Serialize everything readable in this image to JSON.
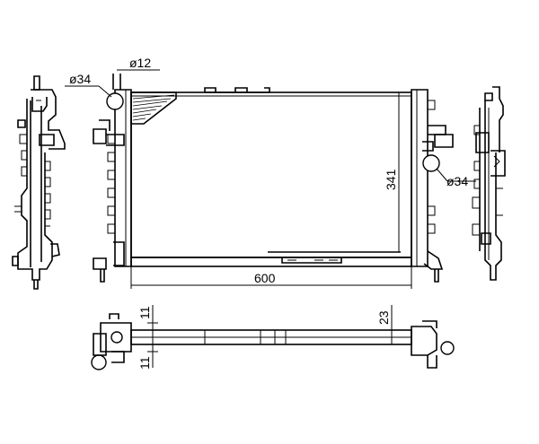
{
  "dimensions": {
    "width": "600",
    "height": "341",
    "inlet_diameter": "ø34",
    "outlet_diameter": "ø34",
    "vent_diameter": "ø12",
    "depth": "23",
    "side_offset_top": "11",
    "side_offset_bottom": "11"
  }
}
